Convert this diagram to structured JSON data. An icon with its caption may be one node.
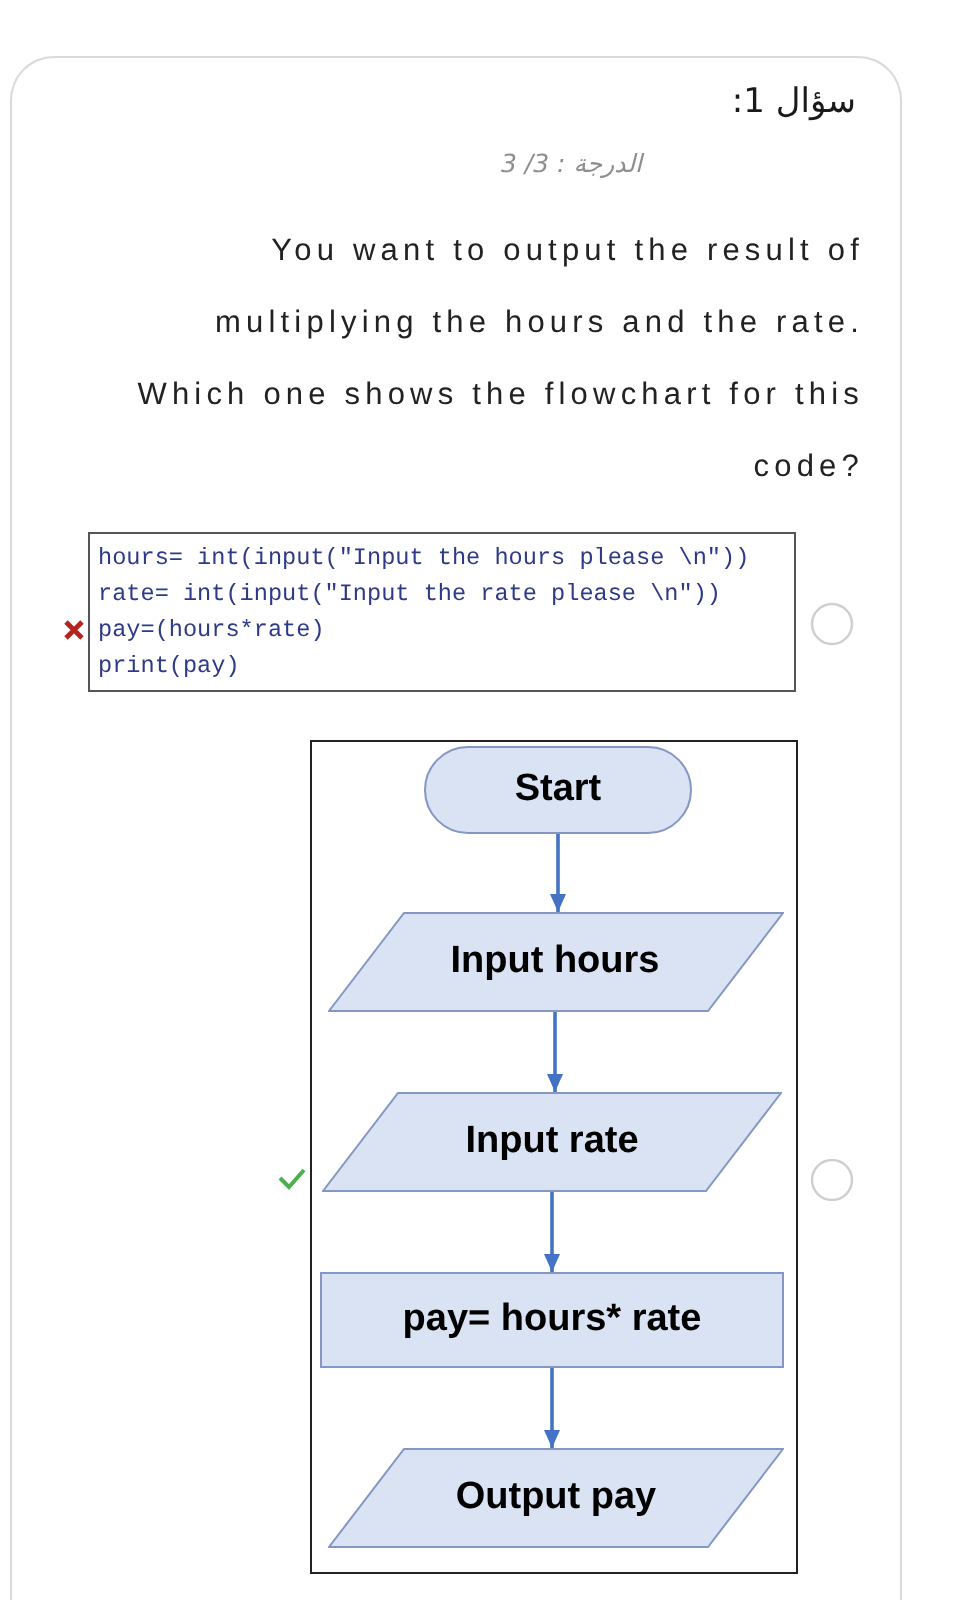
{
  "diagram": {
    "title": "سؤال 1:",
    "nodes": [
      {
        "text": [
          "hours= int(input(\"Input the hours please \\n\"))",
          "rate= int(input(\"Input the rate please \\n\"))",
          "pay=(hours*rate)",
          "print(pay)"
        ]
      },
      {
        "text": [
          "Start"
        ]
      },
      {
        "text": [
          "Input hours"
        ]
      },
      {
        "text": [
          "Input rate"
        ]
      },
      {
        "text": [
          "pay= hours* rate"
        ]
      },
      {
        "text": [
          "Output pay"
        ]
      }
    ],
    "edges": [
      {
        "from": 1,
        "to": 2,
        "arrow": "to"
      },
      {
        "from": 2,
        "to": 3,
        "arrow": "to"
      },
      {
        "from": 3,
        "to": 4,
        "arrow": "to"
      },
      {
        "from": 4,
        "to": 5,
        "arrow": "to"
      }
    ],
    "labels": [
      "الدرجة : 3/ 3",
      "You want to output the result of multiplying the hours and the rate. Which one shows the flowchart for this code?"
    ]
  }
}
